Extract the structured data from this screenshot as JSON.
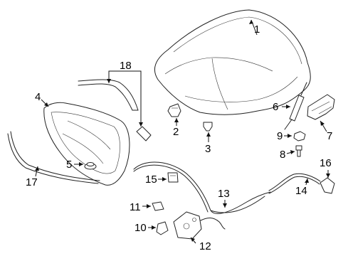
{
  "parts": [
    {
      "id": "hood",
      "number": "1"
    },
    {
      "id": "latch-release-cable-bracket",
      "number": "2"
    },
    {
      "id": "clip",
      "number": "3"
    },
    {
      "id": "insulator",
      "number": "4"
    },
    {
      "id": "bumper",
      "number": "5"
    },
    {
      "id": "support-strut",
      "number": "6"
    },
    {
      "id": "hinge",
      "number": "7"
    },
    {
      "id": "bolt",
      "number": "8"
    },
    {
      "id": "nut",
      "number": "9"
    },
    {
      "id": "lock-cable-guide",
      "number": "10"
    },
    {
      "id": "clip-small",
      "number": "11"
    },
    {
      "id": "latch",
      "number": "12"
    },
    {
      "id": "release-cable",
      "number": "13"
    },
    {
      "id": "release-handle-cable",
      "number": "14"
    },
    {
      "id": "grommet",
      "number": "15"
    },
    {
      "id": "release-handle",
      "number": "16"
    },
    {
      "id": "seal",
      "number": "17"
    },
    {
      "id": "seal-upper",
      "number": "18"
    }
  ]
}
